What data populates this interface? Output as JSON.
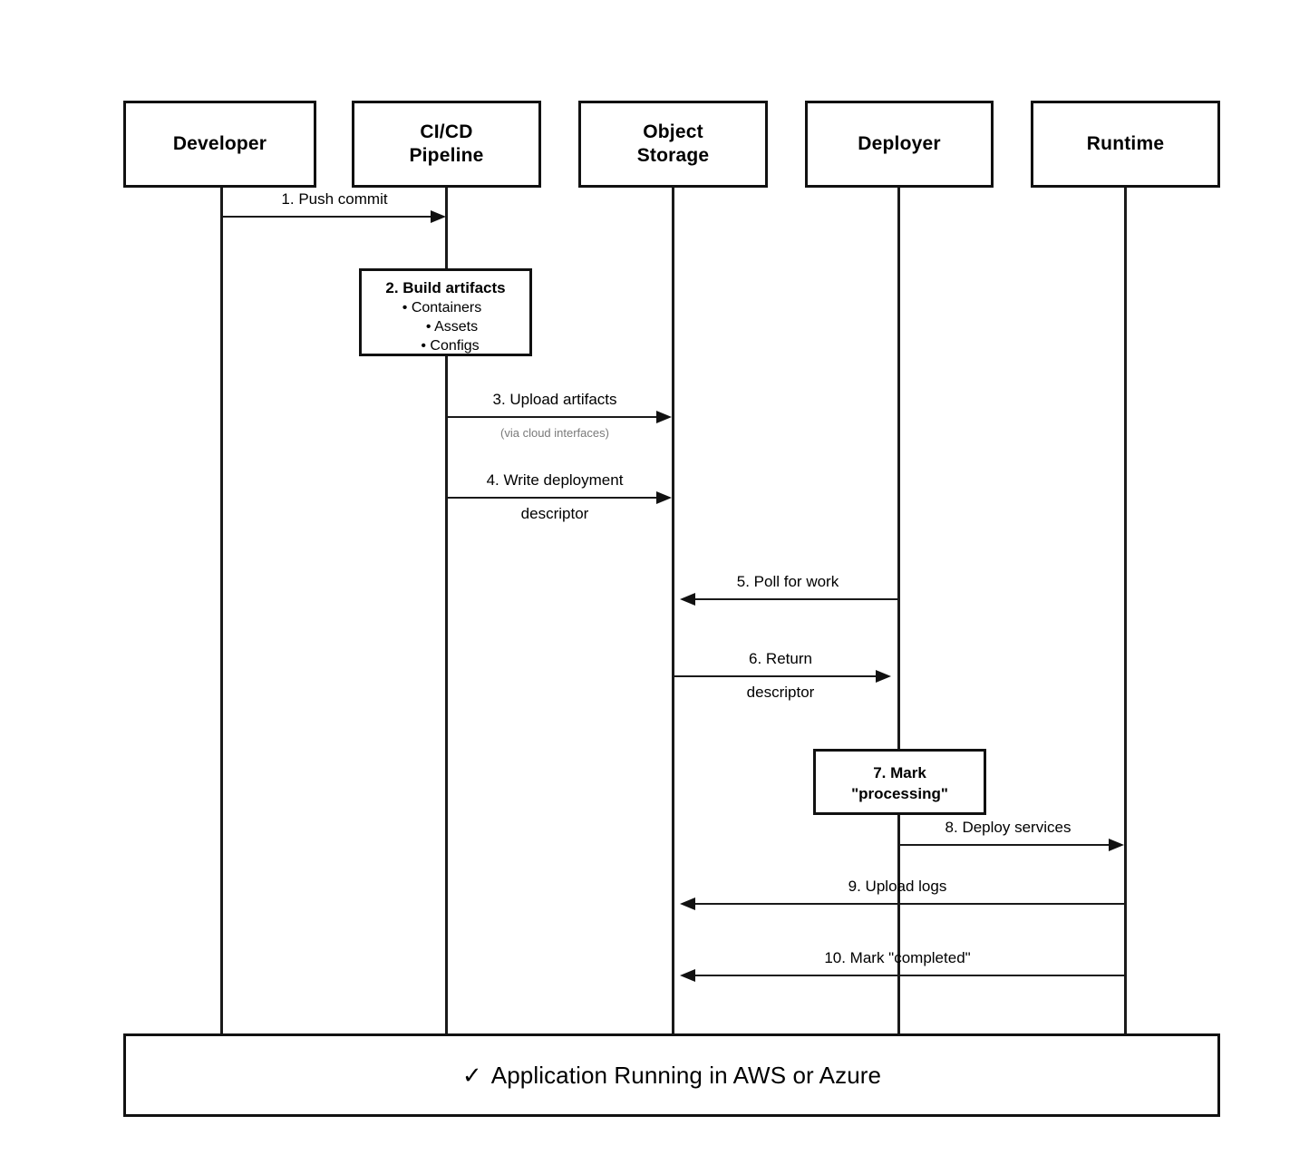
{
  "diagram": {
    "type": "sequence-diagram",
    "title": "CI/CD deployment sequence",
    "participants": [
      {
        "id": "developer",
        "label": "Developer"
      },
      {
        "id": "cicd-pipeline",
        "label": "CI/CD\nPipeline"
      },
      {
        "id": "object-storage",
        "label": "Object\nStorage"
      },
      {
        "id": "deployer",
        "label": "Deployer"
      },
      {
        "id": "runtime",
        "label": "Runtime"
      }
    ],
    "messages": [
      {
        "number": "1",
        "label": "1. Push commit",
        "from": "developer",
        "to": "cicd-pipeline",
        "direction": "right"
      },
      {
        "number": "3",
        "label": "3. Upload artifacts",
        "sublabel": "(via cloud interfaces)",
        "from": "cicd-pipeline",
        "to": "object-storage",
        "direction": "right"
      },
      {
        "number": "4",
        "label": "4. Write deployment",
        "label2": "descriptor",
        "from": "cicd-pipeline",
        "to": "object-storage",
        "direction": "right"
      },
      {
        "number": "5",
        "label": "5. Poll for work",
        "from": "deployer",
        "to": "object-storage",
        "direction": "left"
      },
      {
        "number": "6",
        "label": "6. Return",
        "label2": "descriptor",
        "from": "object-storage",
        "to": "deployer",
        "direction": "right"
      },
      {
        "number": "8",
        "label": "8. Deploy services",
        "from": "deployer",
        "to": "runtime",
        "direction": "right"
      },
      {
        "number": "9",
        "label": "9. Upload logs",
        "from": "runtime",
        "to": "object-storage",
        "direction": "left"
      },
      {
        "number": "10",
        "label": "10. Mark \"completed\"",
        "from": "runtime",
        "to": "object-storage",
        "direction": "left"
      }
    ],
    "notes": [
      {
        "id": "build-artifacts",
        "on": "cicd-pipeline",
        "title": "2. Build artifacts",
        "items": [
          "• Containers",
          "• Assets",
          "• Configs"
        ]
      },
      {
        "id": "mark-processing",
        "on": "deployer",
        "title": "7. Mark\n\"processing\""
      }
    ],
    "banner": {
      "check_icon": "✓",
      "text": "Application Running in AWS or Azure"
    },
    "colors": {
      "stroke": "#111111",
      "lifeline": "#1a1a1a",
      "background": "#ffffff",
      "sublabel": "#7a7a7a"
    }
  }
}
